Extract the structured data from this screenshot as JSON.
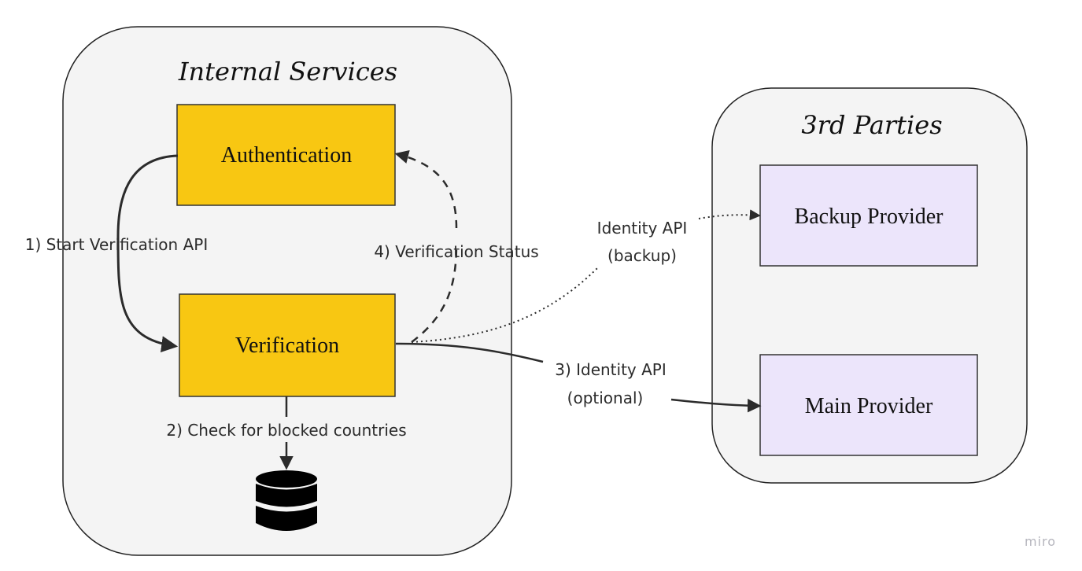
{
  "groups": {
    "internal": {
      "title": "Internal Services"
    },
    "third_party": {
      "title": "3rd Parties"
    }
  },
  "nodes": {
    "authentication": {
      "label": "Authentication"
    },
    "verification": {
      "label": "Verification"
    },
    "backup_provider": {
      "label": "Backup Provider"
    },
    "main_provider": {
      "label": "Main Provider"
    },
    "database": {
      "icon": "database-icon"
    }
  },
  "edges": {
    "start_verification": {
      "label": "1) Start Verification API"
    },
    "check_blocked": {
      "label": "2) Check for blocked countries"
    },
    "identity_optional": {
      "line1": "3) Identity API",
      "line2": "(optional)"
    },
    "verification_status": {
      "label": "4) Verification Status"
    },
    "identity_backup": {
      "line1": "Identity API",
      "line2": "(backup)"
    }
  },
  "watermark": "miro",
  "colors": {
    "group_fill": "#f4f4f4",
    "internal_box": "#f8c712",
    "provider_box": "#ece5fb",
    "stroke": "#2b2b2b"
  }
}
